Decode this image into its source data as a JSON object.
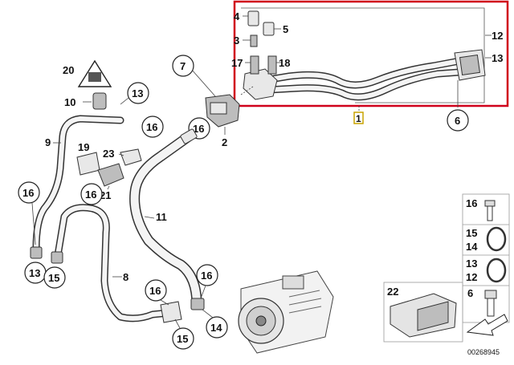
{
  "diagram": {
    "drawing_number": "00268945",
    "highlight_color": "#d0021b",
    "accent_color": "#c9a400",
    "callouts": {
      "c1": "1",
      "c2": "2",
      "c3": "3",
      "c4": "4",
      "c5": "5",
      "c6": "6",
      "c7": "7",
      "c8": "8",
      "c9": "9",
      "c10": "10",
      "c11": "11",
      "c12a": "12",
      "c13a": "13",
      "c13b": "13",
      "c16a": "16",
      "c16b": "16",
      "c16c": "16",
      "c16d": "16",
      "c16e": "16",
      "c16f": "16",
      "c17": "17",
      "c18": "18",
      "c19": "19",
      "c20": "20",
      "c21": "21",
      "c22": "22",
      "c23": "23",
      "c13c": "13",
      "c15a": "15",
      "c14a": "14",
      "c15b": "15"
    },
    "legend": {
      "r1": "16",
      "r2a": "15",
      "r2b": "14",
      "r3a": "13",
      "r3b": "12",
      "r4": "6",
      "r5": "22"
    }
  }
}
